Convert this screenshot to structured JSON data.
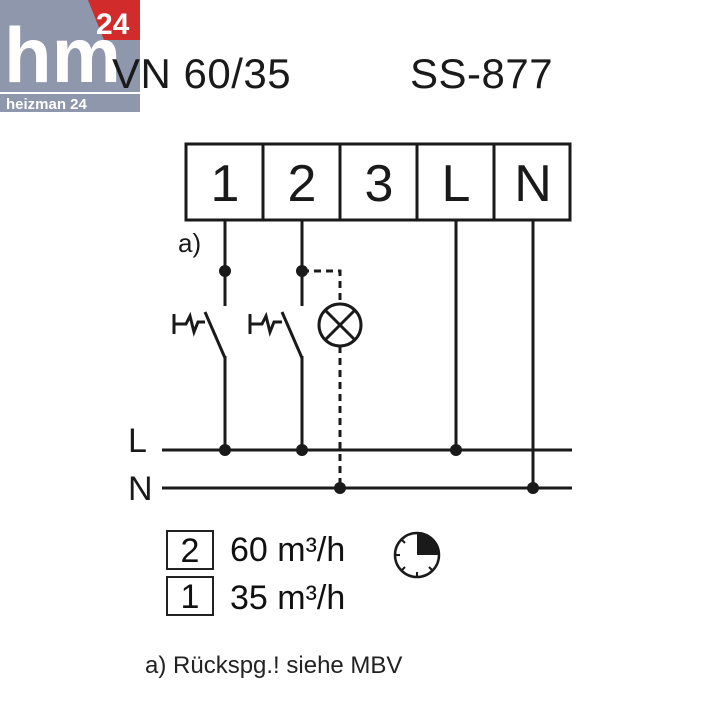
{
  "logo": {
    "main": "hm",
    "badge": "24",
    "tagline": "heizman 24",
    "color": "#8e97ab",
    "accent": "#d22b2b"
  },
  "header": {
    "model": "VN 60/35",
    "code": "SS-877"
  },
  "terminals": [
    "1",
    "2",
    "3",
    "L",
    "N"
  ],
  "footnote_marker": "a)",
  "bus_labels": {
    "line": "L",
    "neutral": "N"
  },
  "legend": [
    {
      "box": "2",
      "text": "60 m³/h",
      "icon": "timer-icon"
    },
    {
      "box": "1",
      "text": "35 m³/h"
    }
  ],
  "footnote": "a) Rückspg.! siehe MBV"
}
